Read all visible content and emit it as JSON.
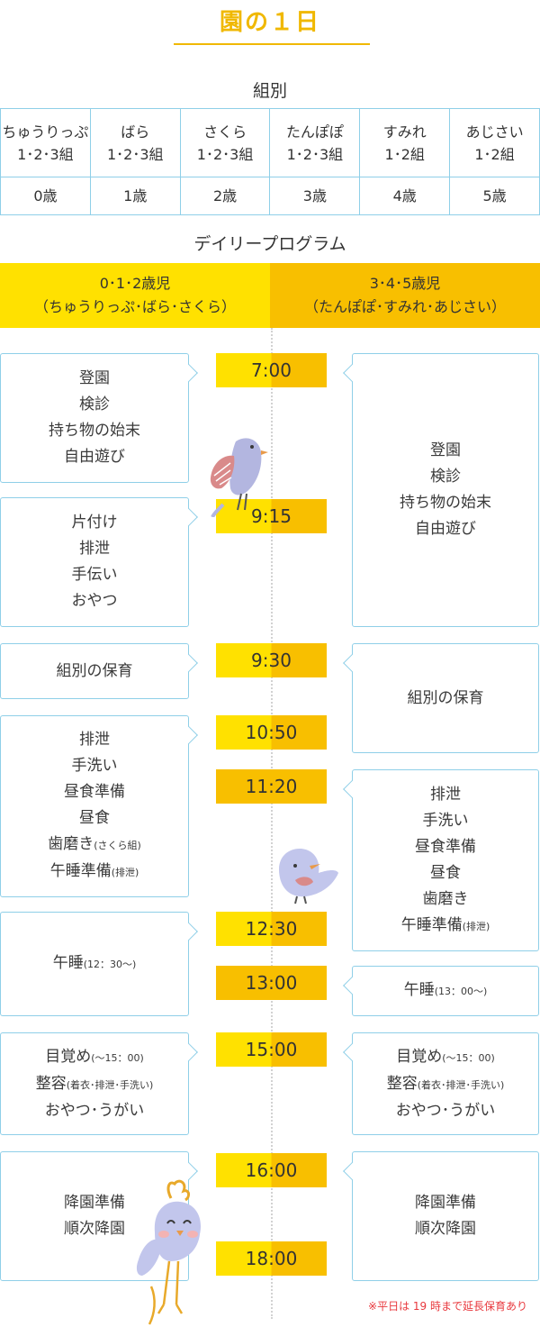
{
  "title": "園の１日",
  "classes": {
    "heading": "組別",
    "columns": [
      {
        "name": "ちゅうりっぷ",
        "groups": "1･2･3組",
        "age": "0歳"
      },
      {
        "name": "ばら",
        "groups": "1･2･3組",
        "age": "1歳"
      },
      {
        "name": "さくら",
        "groups": "1･2･3組",
        "age": "2歳"
      },
      {
        "name": "たんぽぽ",
        "groups": "1･2･3組",
        "age": "3歳"
      },
      {
        "name": "すみれ",
        "groups": "1･2組",
        "age": "4歳"
      },
      {
        "name": "あじさい",
        "groups": "1･2組",
        "age": "5歳"
      }
    ]
  },
  "program": {
    "heading": "デイリープログラム",
    "left_header": {
      "ages": "0･1･2歳児",
      "classes": "（ちゅうりっぷ･ばら･さくら）"
    },
    "right_header": {
      "ages": "3･4･5歳児",
      "classes": "（たんぽぽ･すみれ･あじさい）"
    },
    "times": [
      "7:00",
      "9:15",
      "9:30",
      "10:50",
      "11:20",
      "12:30",
      "13:00",
      "15:00",
      "16:00",
      "18:00"
    ],
    "left": {
      "b1": [
        "登園",
        "検診",
        "持ち物の始末",
        "自由遊び"
      ],
      "b2": [
        "片付け",
        "排泄",
        "手伝い",
        "おやつ"
      ],
      "b3": [
        "組別の保育"
      ],
      "b4": [
        "排泄",
        "手洗い",
        "昼食準備",
        "昼食"
      ],
      "b4_brush": "歯磨き",
      "b4_brush_note": "(さくら組)",
      "b4_nap": "午睡準備",
      "b4_nap_note": "(排泄)",
      "b5": "午睡",
      "b5_note": "(12：30〜)",
      "b6_wake": "目覚め",
      "b6_wake_note": "(〜15：00)",
      "b6_dress": "整容",
      "b6_dress_note": "(着衣･排泄･手洗い)",
      "b6_snack": "おやつ･うがい",
      "b7": [
        "降園準備",
        "順次降園"
      ]
    },
    "right": {
      "b1": [
        "登園",
        "検診",
        "持ち物の始末",
        "自由遊び"
      ],
      "b2": [
        "組別の保育"
      ],
      "b3": [
        "排泄",
        "手洗い",
        "昼食準備",
        "昼食",
        "歯磨き"
      ],
      "b3_nap": "午睡準備",
      "b3_nap_note": "(排泄)",
      "b4": "午睡",
      "b4_note": "(13：00〜)",
      "b5_wake": "目覚め",
      "b5_wake_note": "(〜15：00)",
      "b5_dress": "整容",
      "b5_dress_note": "(着衣･排泄･手洗い)",
      "b5_snack": "おやつ･うがい",
      "b6": [
        "降園準備",
        "順次降園"
      ]
    }
  },
  "note": "※平日は 19 時まで延長保育あり",
  "colors": {
    "accent": "#f0b800",
    "yellow": "#ffe100",
    "orange": "#f8bf00",
    "border": "#8fcfe8",
    "note": "#e8383d"
  }
}
